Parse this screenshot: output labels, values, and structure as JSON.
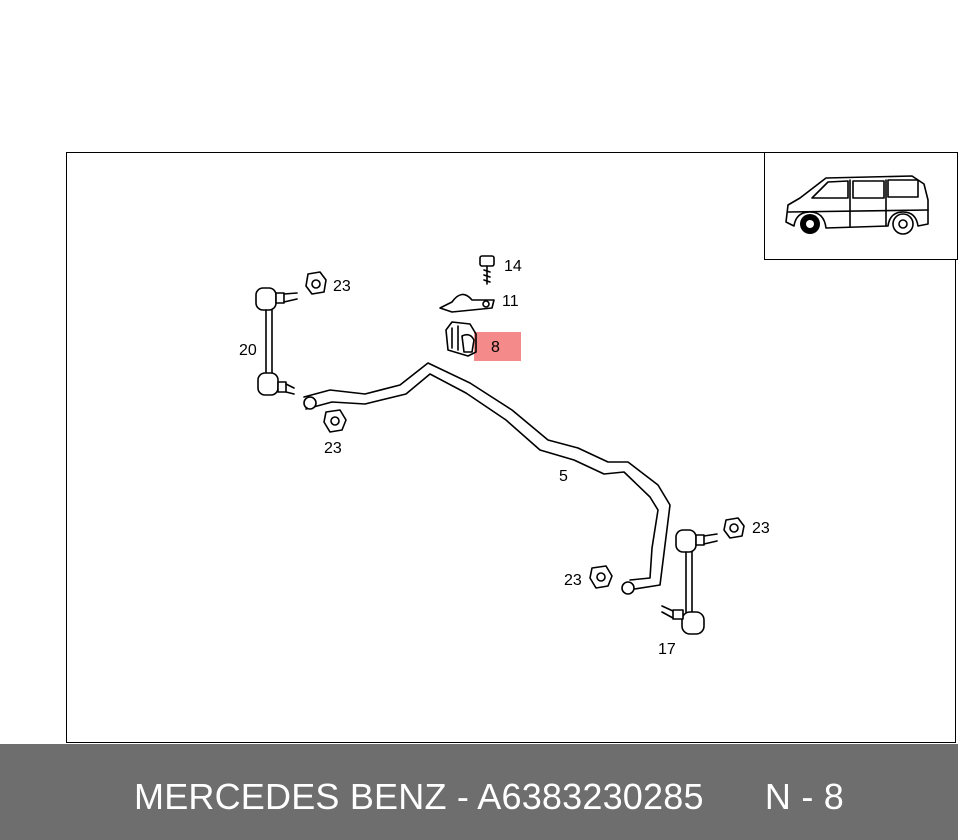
{
  "diagram": {
    "callouts": {
      "c14": "14",
      "c11": "11",
      "c8": "8",
      "c23_top_left": "23",
      "c20": "20",
      "c23_mid_left": "23",
      "c5": "5",
      "c23_right": "23",
      "c23_lower_mid": "23",
      "c17": "17"
    },
    "highlight_color": "#f48a8a",
    "highlighted_part": "8"
  },
  "thumbnail": {
    "icon": "van-side-icon",
    "highlight": "front-wheel"
  },
  "footer": {
    "brand": "MERCEDES BENZ",
    "separator": " - ",
    "part_number": "A6383230285",
    "position_label": "N - 8",
    "background": "#6e6e6e"
  }
}
